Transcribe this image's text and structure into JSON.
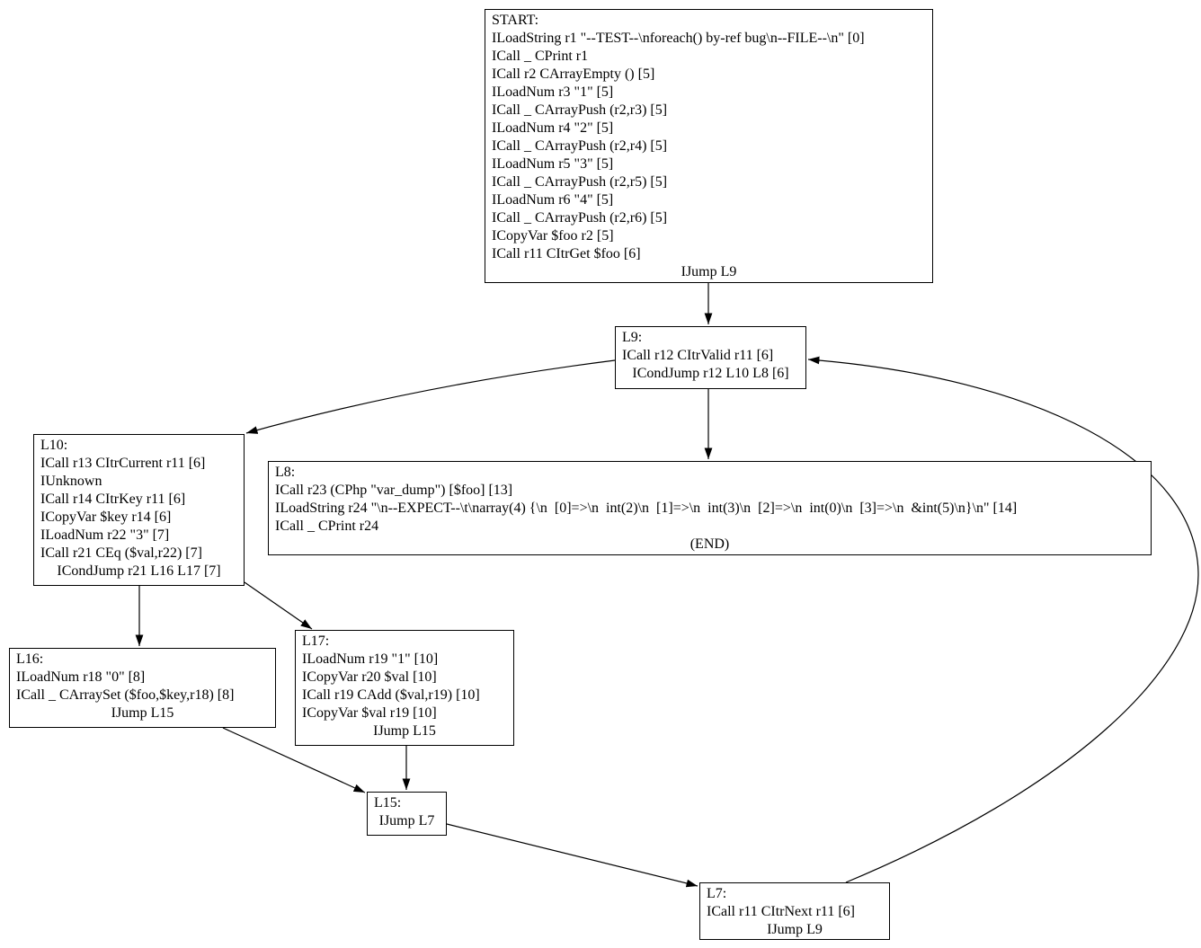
{
  "diagram": {
    "background_color": "#ffffff",
    "box_border_color": "#000000",
    "text_color": "#000000",
    "nodes": [
      {
        "id": "start",
        "lines": [
          "START:",
          "ILoadString r1 \"--TEST--\\nforeach() by-ref bug\\n--FILE--\\n\" [0]",
          "ICall _ CPrint r1",
          "ICall r2 CArrayEmpty () [5]",
          "ILoadNum r3 \"1\" [5]",
          "ICall _ CArrayPush (r2,r3) [5]",
          "ILoadNum r4 \"2\" [5]",
          "ICall _ CArrayPush (r2,r4) [5]",
          "ILoadNum r5 \"3\" [5]",
          "ICall _ CArrayPush (r2,r5) [5]",
          "ILoadNum r6 \"4\" [5]",
          "ICall _ CArrayPush (r2,r6) [5]",
          "ICopyVar $foo r2 [5]",
          "ICall r11 CItrGet $foo [6]"
        ],
        "tail": "IJump L9"
      },
      {
        "id": "l9",
        "lines": [
          "L9:",
          "ICall r12 CItrValid r11 [6]"
        ],
        "tail": "ICondJump r12 L10 L8 [6]"
      },
      {
        "id": "l10",
        "lines": [
          "L10:",
          "ICall r13 CItrCurrent r11 [6]",
          "IUnknown",
          "ICall r14 CItrKey r11 [6]",
          "ICopyVar $key r14 [6]",
          "ILoadNum r22 \"3\" [7]",
          "ICall r21 CEq ($val,r22) [7]"
        ],
        "tail": "ICondJump r21 L16 L17 [7]"
      },
      {
        "id": "l8",
        "lines": [
          "L8:",
          "ICall r23 (CPhp \"var_dump\") [$foo] [13]",
          "ILoadString r24 \"\\n--EXPECT--\\t\\narray(4) {\\n  [0]=>\\n  int(2)\\n  [1]=>\\n  int(3)\\n  [2]=>\\n  int(0)\\n  [3]=>\\n  &int(5)\\n}\\n\" [14]",
          "ICall _ CPrint r24"
        ],
        "tail": "(END)"
      },
      {
        "id": "l16",
        "lines": [
          "L16:",
          "ILoadNum r18 \"0\" [8]",
          "ICall _ CArraySet ($foo,$key,r18) [8]"
        ],
        "tail": "IJump L15"
      },
      {
        "id": "l17",
        "lines": [
          "L17:",
          "ILoadNum r19 \"1\" [10]",
          "ICopyVar r20 $val [10]",
          "ICall r19 CAdd ($val,r19) [10]",
          "ICopyVar $val r19 [10]"
        ],
        "tail": "IJump L15"
      },
      {
        "id": "l15",
        "lines": [
          "L15:"
        ],
        "tail": "IJump L7"
      },
      {
        "id": "l7",
        "lines": [
          "L7:",
          "ICall r11 CItrNext r11 [6]"
        ],
        "tail": "IJump L9"
      }
    ],
    "edges": [
      {
        "from": "start",
        "to": "l9"
      },
      {
        "from": "l9",
        "to": "l10"
      },
      {
        "from": "l9",
        "to": "l8"
      },
      {
        "from": "l10",
        "to": "l16"
      },
      {
        "from": "l10",
        "to": "l17"
      },
      {
        "from": "l16",
        "to": "l15"
      },
      {
        "from": "l17",
        "to": "l15"
      },
      {
        "from": "l15",
        "to": "l7"
      },
      {
        "from": "l7",
        "to": "l9"
      }
    ]
  }
}
